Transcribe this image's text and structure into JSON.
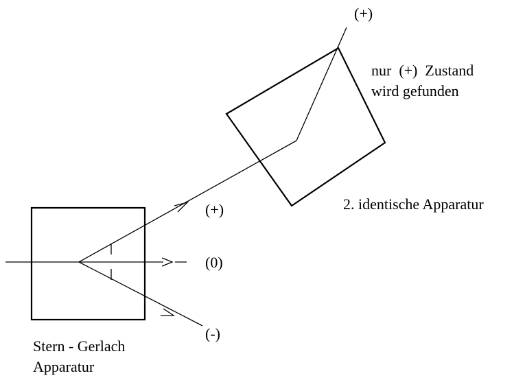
{
  "first_apparatus": {
    "caption_line1": "Stern - Gerlach",
    "caption_line2": "Apparatur"
  },
  "outgoing_beams": {
    "plus": "(+)",
    "zero": "(0)",
    "minus": "(-)"
  },
  "second_apparatus": {
    "caption": "2. identische Apparatur",
    "output_beam": "(+)",
    "result_line1": "nur  (+)  Zustand",
    "result_line2": "wird gefunden"
  },
  "colors": {
    "line": "#000000",
    "background": "#ffffff"
  }
}
